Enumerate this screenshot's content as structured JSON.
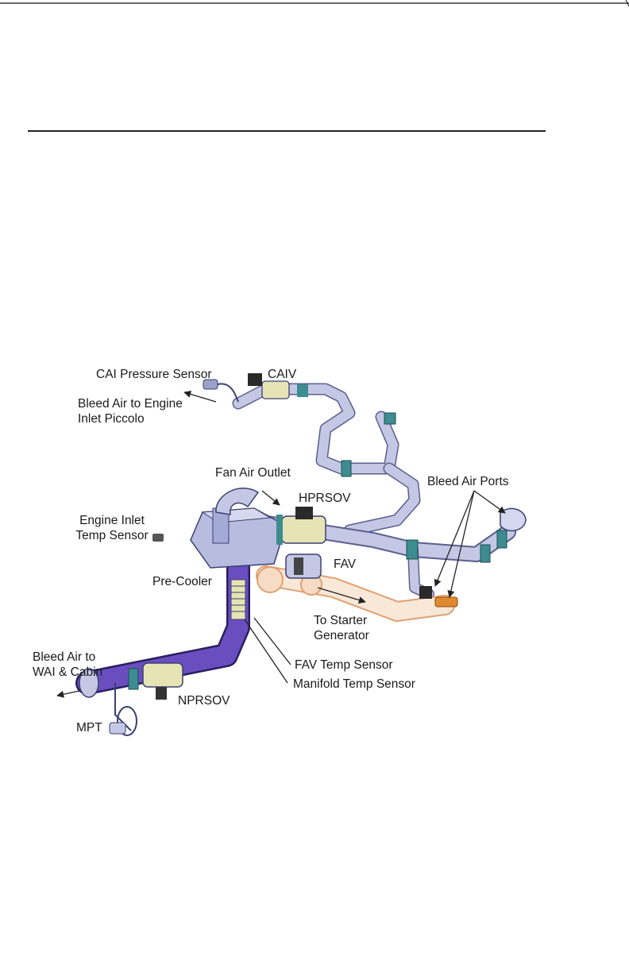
{
  "labels": {
    "cai_pressure_sensor": "CAI Pressure Sensor",
    "caiv": "CAIV",
    "bleed_air_engine_inlet_piccolo": "Bleed Air to Engine Inlet Piccolo",
    "fan_air_outlet": "Fan Air Outlet",
    "hprsov": "HPRSOV",
    "bleed_air_ports": "Bleed Air Ports",
    "engine_inlet_temp_sensor": "Engine Inlet Temp Sensor",
    "fav": "FAV",
    "pre_cooler": "Pre-Cooler",
    "to_starter_generator": "To Starter Generator",
    "bleed_air_wai_cabin": "Bleed Air to WAI & Cabin",
    "fav_temp_sensor": "FAV Temp Sensor",
    "manifold_temp_sensor": "Manifold Temp Sensor",
    "nprsov": "NPRSOV",
    "mpt": "MPT"
  },
  "colors": {
    "duct": "#c4c8e4",
    "duct_outline": "#5a5f8f",
    "manifold": "#6a4ec0",
    "valve": "#e6e4b4",
    "clamp": "#3c8c90",
    "starter_duct": "#f8dcc0",
    "starter_outline": "#e0a070",
    "port": "#e08a30",
    "precooler": "#b8bde0"
  }
}
